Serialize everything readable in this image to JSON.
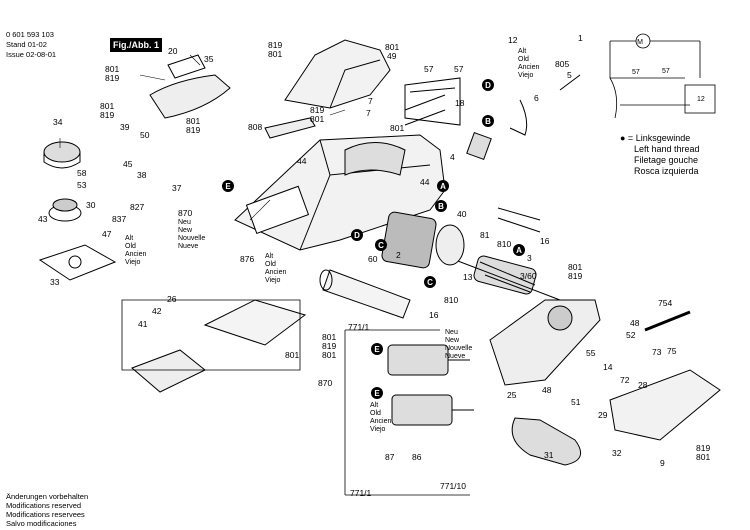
{
  "header": {
    "doc_number": "0 601 593 103",
    "stand_label": "Stand",
    "stand_value": "01-02",
    "issue_label": "Issue",
    "issue_value": "02-08-01"
  },
  "figure_tag": "Fig./Abb. 1",
  "legend": {
    "symbol": "● = Linksgewinde",
    "lines": [
      "Left hand thread",
      "Filetage gouche",
      "Rosca izquierda"
    ]
  },
  "footer": [
    "Änderungen vorbehalten",
    "Modifications reserved",
    "Modifications reservees",
    "Salvo modificaciones"
  ],
  "variant_labels": {
    "alt_group": [
      "Alt",
      "Old",
      "Ancien",
      "Viejo"
    ],
    "new_group": [
      "Neu",
      "New",
      "Nouvelle",
      "Nueve"
    ]
  },
  "callout_letters": [
    "A",
    "B",
    "C",
    "D",
    "E"
  ],
  "part_numbers": [
    "20",
    "35",
    "801",
    "819",
    "34",
    "58",
    "53",
    "30",
    "43",
    "47",
    "33",
    "39",
    "50",
    "45",
    "38",
    "37",
    "827",
    "837",
    "870",
    "808",
    "44",
    "876",
    "26",
    "42",
    "41",
    "801",
    "754",
    "48",
    "52",
    "55",
    "14",
    "73",
    "75",
    "28",
    "29",
    "72",
    "51",
    "25",
    "31",
    "32",
    "9",
    "87",
    "86",
    "771/1",
    "771/10",
    "60",
    "16",
    "2",
    "40",
    "81",
    "810",
    "13",
    "3",
    "3/60",
    "57",
    "18",
    "4",
    "12",
    "805",
    "5",
    "6",
    "7",
    "49",
    "801",
    "819",
    "801",
    "801",
    "819",
    "801",
    "819",
    "7",
    "1"
  ],
  "schematic": {
    "motor_symbol": "M",
    "labels": [
      "57",
      "57",
      "12"
    ]
  }
}
